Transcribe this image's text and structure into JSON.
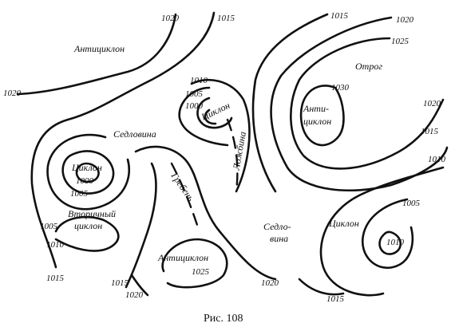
{
  "caption": "Рис. 108",
  "labels": {
    "anticyclone_top": "Антициклон",
    "saddle_left": "Седловина",
    "cyclone_upper": "Циклон",
    "trough": "Ложбина",
    "anticyclone_right": "Анти-",
    "anticyclone_right_2": "циклон",
    "spur": "Отрог",
    "cyclone_left": "Циклон",
    "ridge": "Гребень",
    "secondary_cyclone": "Вторичный",
    "secondary_cyclone_2": "циклон",
    "saddle_right": "Седло-",
    "saddle_right_2": "вина",
    "cyclone_right": "Циклон",
    "anticyclone_bottom": "Антициклон"
  },
  "isobars": {
    "top_1020": "1020",
    "top_1015": "1015",
    "left_1020": "1020",
    "tr_1015": "1015",
    "tr_1020": "1020",
    "tr_1025": "1025",
    "c_1030": "1030",
    "cu_1010": "1010",
    "cu_1005": "1005",
    "cu_1000": "1000",
    "r_1020": "1020",
    "r_1015": "1015",
    "r_1010": "1010",
    "cl_1000": "1000",
    "cl_1005": "1005",
    "sc_1005": "1005",
    "sc_1010": "1010",
    "cr_1005": "1005",
    "cr_1010": "1010",
    "ab_1025": "1025",
    "b_1015a": "1015",
    "b_1015b": "1015",
    "b_1020a": "1020",
    "b_1020b": "1020",
    "b_1015c": "1015"
  }
}
